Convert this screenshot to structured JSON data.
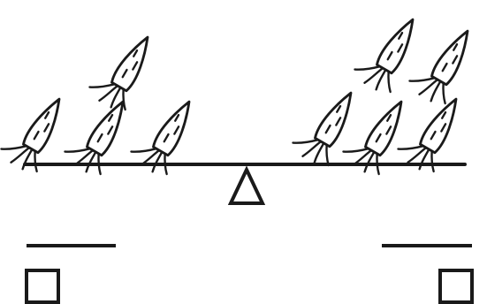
{
  "diagram": {
    "type": "balance-scale-comparison",
    "left_pan": {
      "item": "carrot",
      "count": 4
    },
    "right_pan": {
      "item": "carrot",
      "count": 5
    },
    "comparison_box": {
      "symbol": ""
    },
    "answer_lines": {
      "left": "",
      "right": ""
    },
    "answer_boxes": {
      "left": "",
      "right": ""
    }
  },
  "colors": {
    "ink": "#1a1a1a",
    "background": "#ffffff"
  },
  "icons": {
    "item": "carrot-icon",
    "fulcrum": "triangle-icon",
    "answer": "square-box-icon"
  }
}
